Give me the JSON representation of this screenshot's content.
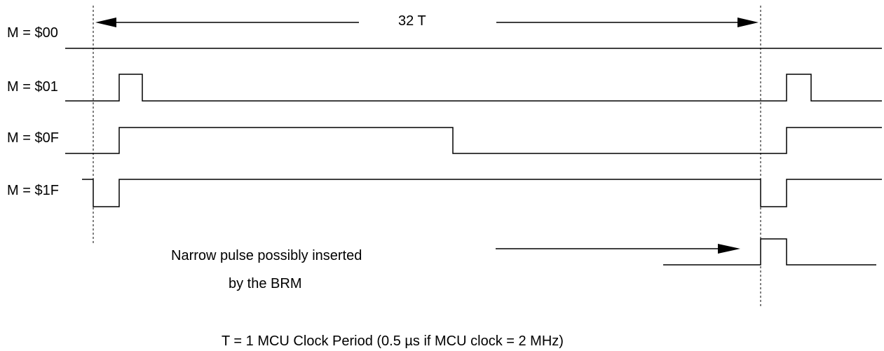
{
  "diagram": {
    "period_label": "32 T",
    "signals": [
      {
        "label": "M = $00"
      },
      {
        "label": "M = $01"
      },
      {
        "label": "M = $0F"
      },
      {
        "label": "M = $1F"
      }
    ],
    "annotation": {
      "line1": "Narrow pulse possibly inserted",
      "line2": "by the BRM"
    },
    "footnote": "T = 1 MCU Clock Period (0.5 µs if MCU clock = 2 MHz)"
  }
}
